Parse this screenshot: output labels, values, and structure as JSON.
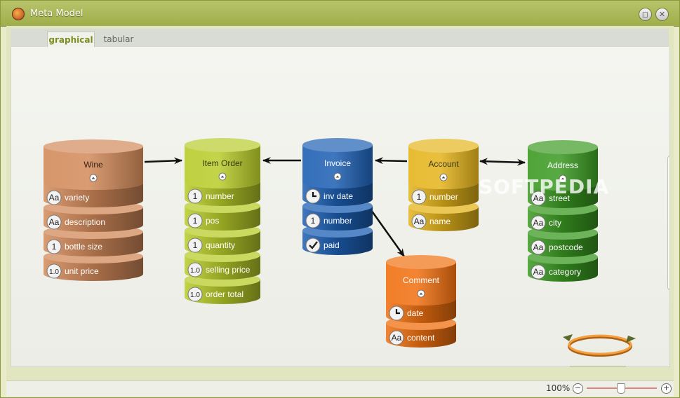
{
  "window": {
    "title": "Meta Model"
  },
  "tabs": [
    {
      "label": "graphical",
      "active": true
    },
    {
      "label": "tabular",
      "active": false
    }
  ],
  "colors": {
    "wine": "#d28a5a",
    "item_order": "#b8cc2a",
    "invoice": "#1d5fb3",
    "account": "#e4b41c",
    "address": "#3b9a22",
    "comment": "#f07010"
  },
  "entities": [
    {
      "id": "wine",
      "name": "Wine",
      "attributes": [
        {
          "icon": "Aa",
          "name": "variety"
        },
        {
          "icon": "Aa",
          "name": "description"
        },
        {
          "icon": "1",
          "name": "bottle size"
        },
        {
          "icon": "1.0",
          "name": "unit price"
        }
      ]
    },
    {
      "id": "item_order",
      "name": "Item Order",
      "attributes": [
        {
          "icon": "1",
          "name": "number"
        },
        {
          "icon": "1",
          "name": "pos"
        },
        {
          "icon": "1",
          "name": "quantity"
        },
        {
          "icon": "1.0",
          "name": "selling price"
        },
        {
          "icon": "1.0",
          "name": "order total"
        }
      ]
    },
    {
      "id": "invoice",
      "name": "Invoice",
      "attributes": [
        {
          "icon": "clock",
          "name": "inv date"
        },
        {
          "icon": "1",
          "name": "number"
        },
        {
          "icon": "check",
          "name": "paid"
        }
      ]
    },
    {
      "id": "account",
      "name": "Account",
      "attributes": [
        {
          "icon": "1",
          "name": "number"
        },
        {
          "icon": "Aa",
          "name": "name"
        }
      ]
    },
    {
      "id": "address",
      "name": "Address",
      "attributes": [
        {
          "icon": "Aa",
          "name": "street"
        },
        {
          "icon": "Aa",
          "name": "city"
        },
        {
          "icon": "Aa",
          "name": "postcode"
        },
        {
          "icon": "Aa",
          "name": "category"
        }
      ]
    },
    {
      "id": "comment",
      "name": "Comment",
      "attributes": [
        {
          "icon": "clock",
          "name": "date"
        },
        {
          "icon": "Aa",
          "name": "content"
        }
      ]
    }
  ],
  "relations": [
    {
      "from": "wine",
      "to": "item_order",
      "type": "single"
    },
    {
      "from": "invoice",
      "to": "item_order",
      "type": "single"
    },
    {
      "from": "account",
      "to": "invoice",
      "type": "single"
    },
    {
      "from": "account",
      "to": "address",
      "type": "double"
    },
    {
      "from": "invoice",
      "to": "comment",
      "type": "single"
    }
  ],
  "watermark": "SOFTPEDIA",
  "status": {
    "zoom": "100%",
    "zoom_level": 1.0
  }
}
